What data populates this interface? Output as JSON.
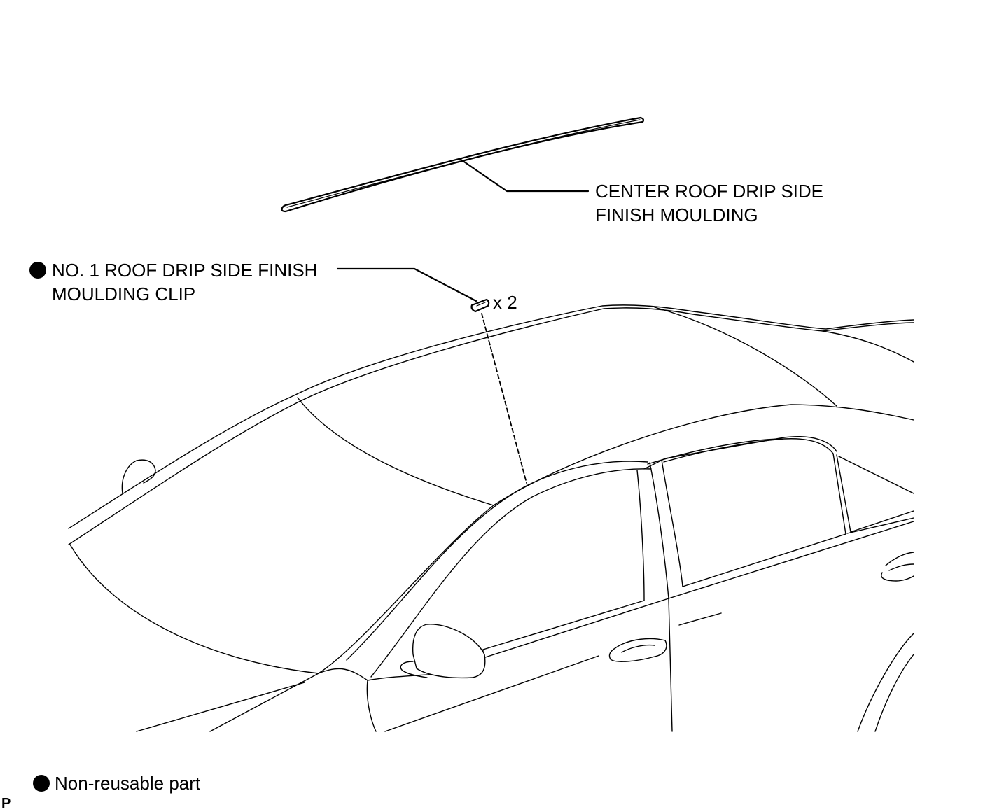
{
  "callouts": {
    "center_moulding": {
      "line1": "CENTER ROOF DRIP SIDE",
      "line2": "FINISH MOULDING"
    },
    "clip": {
      "line1": "NO. 1 ROOF DRIP SIDE FINISH",
      "line2": "MOULDING CLIP",
      "quantity": "x 2",
      "bullet_icon": "filled-circle-icon"
    }
  },
  "legend": {
    "bullet_icon": "filled-circle-icon",
    "text": "Non-reusable part"
  },
  "corner_mark": "P",
  "colors": {
    "ink": "#000000",
    "background": "#ffffff"
  }
}
